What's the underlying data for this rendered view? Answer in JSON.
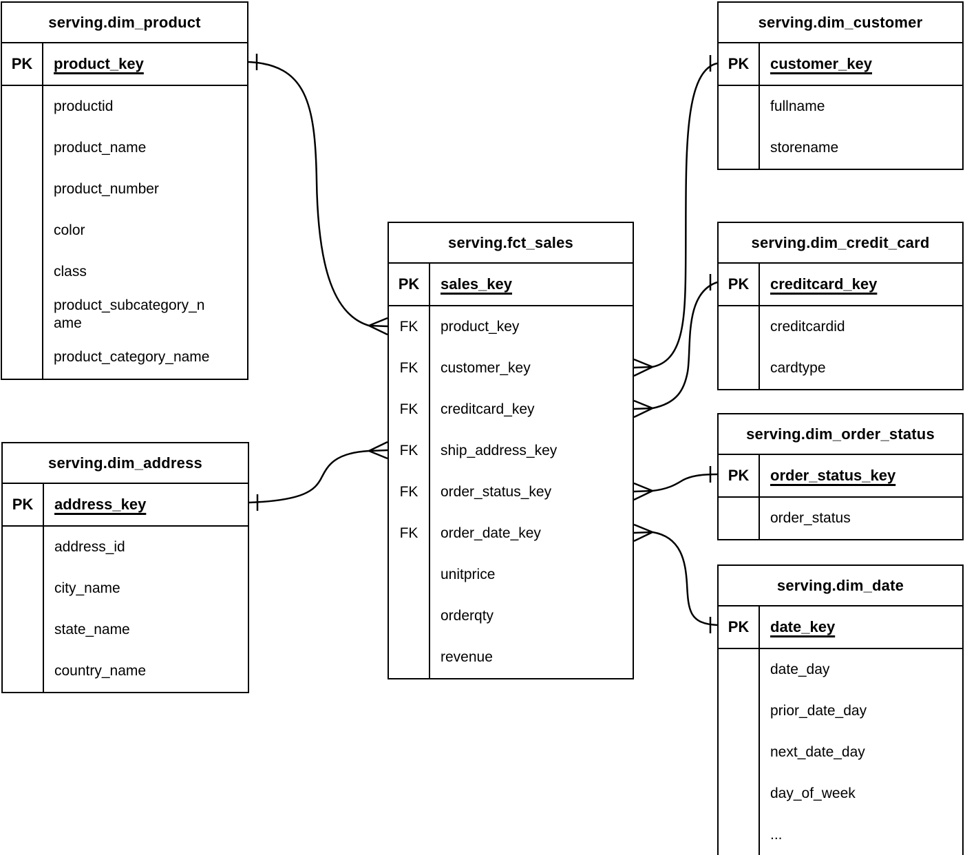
{
  "diagram": {
    "type": "entity-relationship",
    "notation": "crow's foot",
    "line_color": "#000000",
    "background_color": "#ffffff"
  },
  "tables": {
    "dim_product": {
      "title": "serving.dim_product",
      "pk": {
        "label": "PK",
        "field": "product_key"
      },
      "rows": [
        {
          "key": "",
          "name": "productid"
        },
        {
          "key": "",
          "name": "product_name"
        },
        {
          "key": "",
          "name": "product_number"
        },
        {
          "key": "",
          "name": "color"
        },
        {
          "key": "",
          "name": "class"
        },
        {
          "key": "",
          "name": "product_subcategory_name"
        },
        {
          "key": "",
          "name": "product_category_name"
        }
      ]
    },
    "dim_customer": {
      "title": "serving.dim_customer",
      "pk": {
        "label": "PK",
        "field": "customer_key"
      },
      "rows": [
        {
          "key": "",
          "name": "fullname"
        },
        {
          "key": "",
          "name": "storename"
        }
      ]
    },
    "fct_sales": {
      "title": "serving.fct_sales",
      "pk": {
        "label": "PK",
        "field": "sales_key"
      },
      "rows": [
        {
          "key": "FK",
          "name": "product_key"
        },
        {
          "key": "FK",
          "name": "customer_key"
        },
        {
          "key": "FK",
          "name": "creditcard_key"
        },
        {
          "key": "FK",
          "name": "ship_address_key"
        },
        {
          "key": "FK",
          "name": "order_status_key"
        },
        {
          "key": "FK",
          "name": "order_date_key"
        },
        {
          "key": "",
          "name": "unitprice"
        },
        {
          "key": "",
          "name": "orderqty"
        },
        {
          "key": "",
          "name": "revenue"
        }
      ]
    },
    "dim_credit_card": {
      "title": "serving.dim_credit_card",
      "pk": {
        "label": "PK",
        "field": "creditcard_key"
      },
      "rows": [
        {
          "key": "",
          "name": "creditcardid"
        },
        {
          "key": "",
          "name": "cardtype"
        }
      ]
    },
    "dim_order_status": {
      "title": "serving.dim_order_status",
      "pk": {
        "label": "PK",
        "field": "order_status_key"
      },
      "rows": [
        {
          "key": "",
          "name": "order_status"
        }
      ]
    },
    "dim_date": {
      "title": "serving.dim_date",
      "pk": {
        "label": "PK",
        "field": "date_key"
      },
      "rows": [
        {
          "key": "",
          "name": "date_day"
        },
        {
          "key": "",
          "name": "prior_date_day"
        },
        {
          "key": "",
          "name": "next_date_day"
        },
        {
          "key": "",
          "name": "day_of_week"
        },
        {
          "key": "",
          "name": "..."
        }
      ]
    },
    "dim_address": {
      "title": "serving.dim_address",
      "pk": {
        "label": "PK",
        "field": "address_key"
      },
      "rows": [
        {
          "key": "",
          "name": "address_id"
        },
        {
          "key": "",
          "name": "city_name"
        },
        {
          "key": "",
          "name": "state_name"
        },
        {
          "key": "",
          "name": "country_name"
        }
      ]
    }
  },
  "relationships": [
    {
      "from_table": "serving.fct_sales",
      "from_field": "product_key",
      "to_table": "serving.dim_product",
      "to_field": "product_key",
      "from_cardinality": "many",
      "to_cardinality": "one"
    },
    {
      "from_table": "serving.fct_sales",
      "from_field": "customer_key",
      "to_table": "serving.dim_customer",
      "to_field": "customer_key",
      "from_cardinality": "many",
      "to_cardinality": "one"
    },
    {
      "from_table": "serving.fct_sales",
      "from_field": "creditcard_key",
      "to_table": "serving.dim_credit_card",
      "to_field": "creditcard_key",
      "from_cardinality": "many",
      "to_cardinality": "one"
    },
    {
      "from_table": "serving.fct_sales",
      "from_field": "ship_address_key",
      "to_table": "serving.dim_address",
      "to_field": "address_key",
      "from_cardinality": "many",
      "to_cardinality": "one"
    },
    {
      "from_table": "serving.fct_sales",
      "from_field": "order_status_key",
      "to_table": "serving.dim_order_status",
      "to_field": "order_status_key",
      "from_cardinality": "many",
      "to_cardinality": "one"
    },
    {
      "from_table": "serving.fct_sales",
      "from_field": "order_date_key",
      "to_table": "serving.dim_date",
      "to_field": "date_key",
      "from_cardinality": "many",
      "to_cardinality": "one"
    }
  ]
}
